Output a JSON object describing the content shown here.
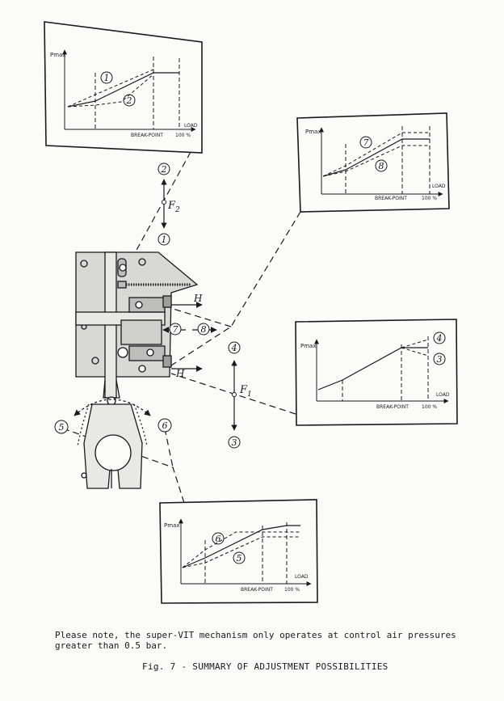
{
  "graph_labels": {
    "ylabel": "Pmax",
    "load": "LOAD",
    "break_point": "BREAK-POINT",
    "pct": "100 %",
    "pct_short": "100 %"
  },
  "curves": {
    "n1": "1",
    "n2": "2",
    "n3": "3",
    "n4": "4",
    "n5": "5",
    "n6": "6",
    "n7": "7",
    "n8": "8"
  },
  "forces": {
    "f1": "F",
    "f1_sub": "1",
    "f2": "F",
    "f2_sub": "2",
    "h": "H"
  },
  "note": "Please note, the super-VIT mechanism only operates at control air pressures\ngreater than 0.5 bar.",
  "caption": "Fig. 7 - SUMMARY OF ADJUSTMENT POSSIBILITIES"
}
